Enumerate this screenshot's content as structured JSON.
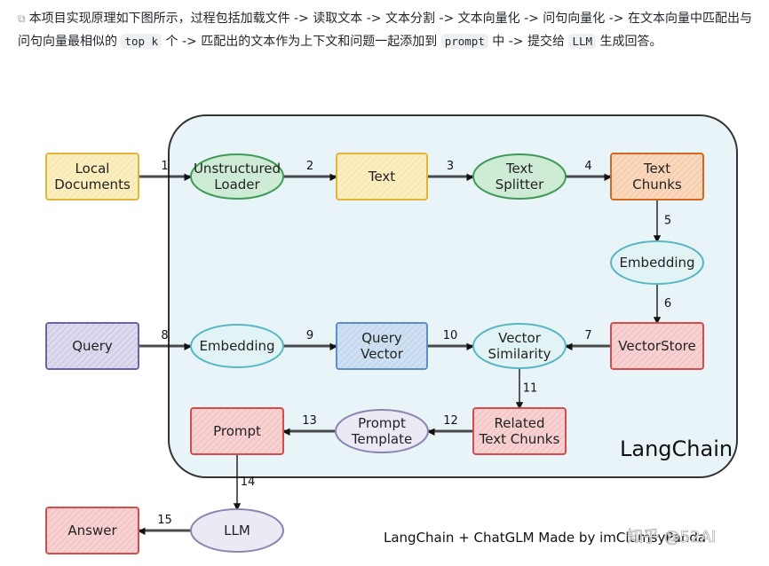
{
  "intro": {
    "icon": "link-icon",
    "segments": [
      {
        "text": "本项目实现原理如下图所示，过程包括加载文件 -> 读取文本 -> 文本分割 -> 文本向量化 -> 问句向量化 -> 在文本向量中匹配出与问句向量最相似的 ",
        "code": false
      },
      {
        "text": "top k",
        "code": true
      },
      {
        "text": " 个 -> 匹配出的文本作为上下文和问题一起添加到 ",
        "code": false
      },
      {
        "text": "prompt",
        "code": true
      },
      {
        "text": " 中 -> 提交给 ",
        "code": false
      },
      {
        "text": "LLM",
        "code": true
      },
      {
        "text": " 生成回答。",
        "code": false
      }
    ]
  },
  "diagram": {
    "container_label": "LangChain",
    "footer": "LangChain + ChatGLM Made by imClumsyPanda",
    "watermark": "知乎 @52AI",
    "colors": {
      "yellow": {
        "fill": "#fbeec0",
        "stroke": "#e2b43a"
      },
      "green": {
        "fill": "#cdebd5",
        "stroke": "#3e9b57"
      },
      "orange": {
        "fill": "#fad8bd",
        "stroke": "#d2691e"
      },
      "cyan": {
        "fill": "#e1f3f5",
        "stroke": "#57b7c2"
      },
      "purple": {
        "fill": "#ddd9ee",
        "stroke": "#6a62a8"
      },
      "blue": {
        "fill": "#cfe0f2",
        "stroke": "#5d8ec6"
      },
      "red": {
        "fill": "#f7d2d2",
        "stroke": "#d64b4b"
      },
      "lavender": {
        "fill": "#ebeaf4",
        "stroke": "#8a86b0"
      },
      "container": {
        "fill": "#e9f4f8",
        "stroke": "#333333"
      }
    },
    "nodes": [
      {
        "id": "local-documents",
        "lines": [
          "Local",
          "Documents"
        ],
        "shape": "rect",
        "color": "yellow"
      },
      {
        "id": "unstructured-loader",
        "lines": [
          "Unstructured",
          "Loader"
        ],
        "shape": "ellipse",
        "color": "green"
      },
      {
        "id": "text",
        "lines": [
          "Text"
        ],
        "shape": "rect",
        "color": "yellow"
      },
      {
        "id": "text-splitter",
        "lines": [
          "Text",
          "Splitter"
        ],
        "shape": "ellipse",
        "color": "green"
      },
      {
        "id": "text-chunks",
        "lines": [
          "Text",
          "Chunks"
        ],
        "shape": "rect",
        "color": "orange"
      },
      {
        "id": "embedding-doc",
        "lines": [
          "Embedding"
        ],
        "shape": "ellipse",
        "color": "cyan"
      },
      {
        "id": "vectorstore",
        "lines": [
          "VectorStore"
        ],
        "shape": "rect",
        "color": "red"
      },
      {
        "id": "query",
        "lines": [
          "Query"
        ],
        "shape": "rect",
        "color": "purple"
      },
      {
        "id": "embedding-query",
        "lines": [
          "Embedding"
        ],
        "shape": "ellipse",
        "color": "cyan"
      },
      {
        "id": "query-vector",
        "lines": [
          "Query",
          "Vector"
        ],
        "shape": "rect",
        "color": "blue"
      },
      {
        "id": "vector-similarity",
        "lines": [
          "Vector",
          "Similarity"
        ],
        "shape": "ellipse",
        "color": "cyan"
      },
      {
        "id": "related-text-chunks",
        "lines": [
          "Related",
          "Text Chunks"
        ],
        "shape": "rect",
        "color": "red"
      },
      {
        "id": "prompt-template",
        "lines": [
          "Prompt",
          "Template"
        ],
        "shape": "ellipse",
        "color": "lavender"
      },
      {
        "id": "prompt",
        "lines": [
          "Prompt"
        ],
        "shape": "rect",
        "color": "red"
      },
      {
        "id": "llm",
        "lines": [
          "LLM"
        ],
        "shape": "ellipse",
        "color": "lavender"
      },
      {
        "id": "answer",
        "lines": [
          "Answer"
        ],
        "shape": "rect",
        "color": "red"
      }
    ],
    "edges": [
      {
        "from": "local-documents",
        "to": "unstructured-loader",
        "label": "1"
      },
      {
        "from": "unstructured-loader",
        "to": "text",
        "label": "2"
      },
      {
        "from": "text",
        "to": "text-splitter",
        "label": "3"
      },
      {
        "from": "text-splitter",
        "to": "text-chunks",
        "label": "4"
      },
      {
        "from": "text-chunks",
        "to": "embedding-doc",
        "label": "5"
      },
      {
        "from": "embedding-doc",
        "to": "vectorstore",
        "label": "6"
      },
      {
        "from": "vectorstore",
        "to": "vector-similarity",
        "label": "7"
      },
      {
        "from": "query",
        "to": "embedding-query",
        "label": "8"
      },
      {
        "from": "embedding-query",
        "to": "query-vector",
        "label": "9"
      },
      {
        "from": "query-vector",
        "to": "vector-similarity",
        "label": "10"
      },
      {
        "from": "vector-similarity",
        "to": "related-text-chunks",
        "label": "11"
      },
      {
        "from": "related-text-chunks",
        "to": "prompt-template",
        "label": "12"
      },
      {
        "from": "prompt-template",
        "to": "prompt",
        "label": "13"
      },
      {
        "from": "prompt",
        "to": "llm",
        "label": "14"
      },
      {
        "from": "llm",
        "to": "answer",
        "label": "15"
      }
    ]
  }
}
